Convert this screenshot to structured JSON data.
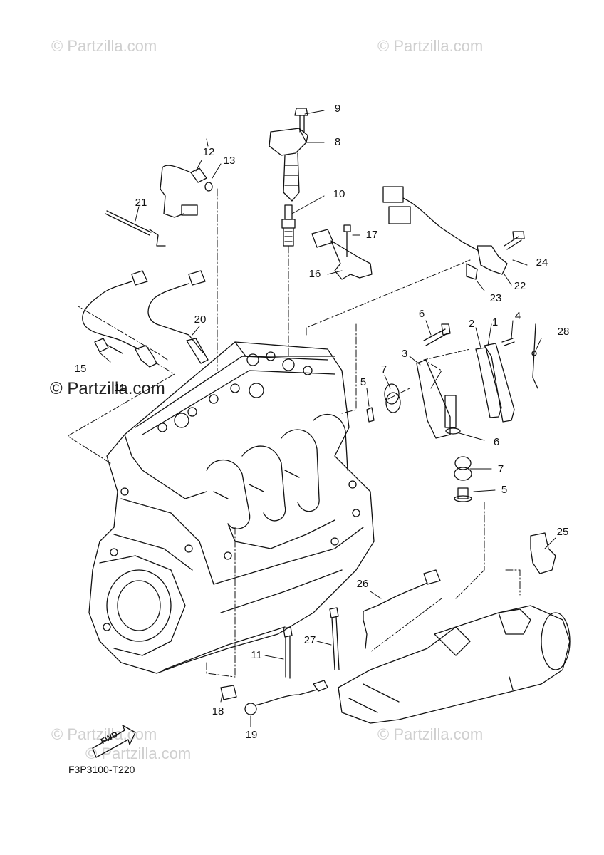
{
  "watermarks": [
    "© Partzilla.com",
    "© Partzilla.com",
    "© Partzilla.com",
    "© Partzilla.com",
    "© Partzilla.com",
    "© Partzilla.com"
  ],
  "diagram_code": "F3P3100-T220",
  "fwd_label": "FWD",
  "callouts": [
    "1",
    "2",
    "3",
    "4",
    "5",
    "5",
    "6",
    "6",
    "7",
    "7",
    "8",
    "9",
    "10",
    "11",
    "11",
    "12",
    "13",
    "15",
    "16",
    "17",
    "18",
    "19",
    "20",
    "21",
    "22",
    "23",
    "24",
    "25",
    "26",
    "27",
    "28"
  ],
  "colors": {
    "line": "#111111",
    "watermark": "#cfcfcf"
  }
}
